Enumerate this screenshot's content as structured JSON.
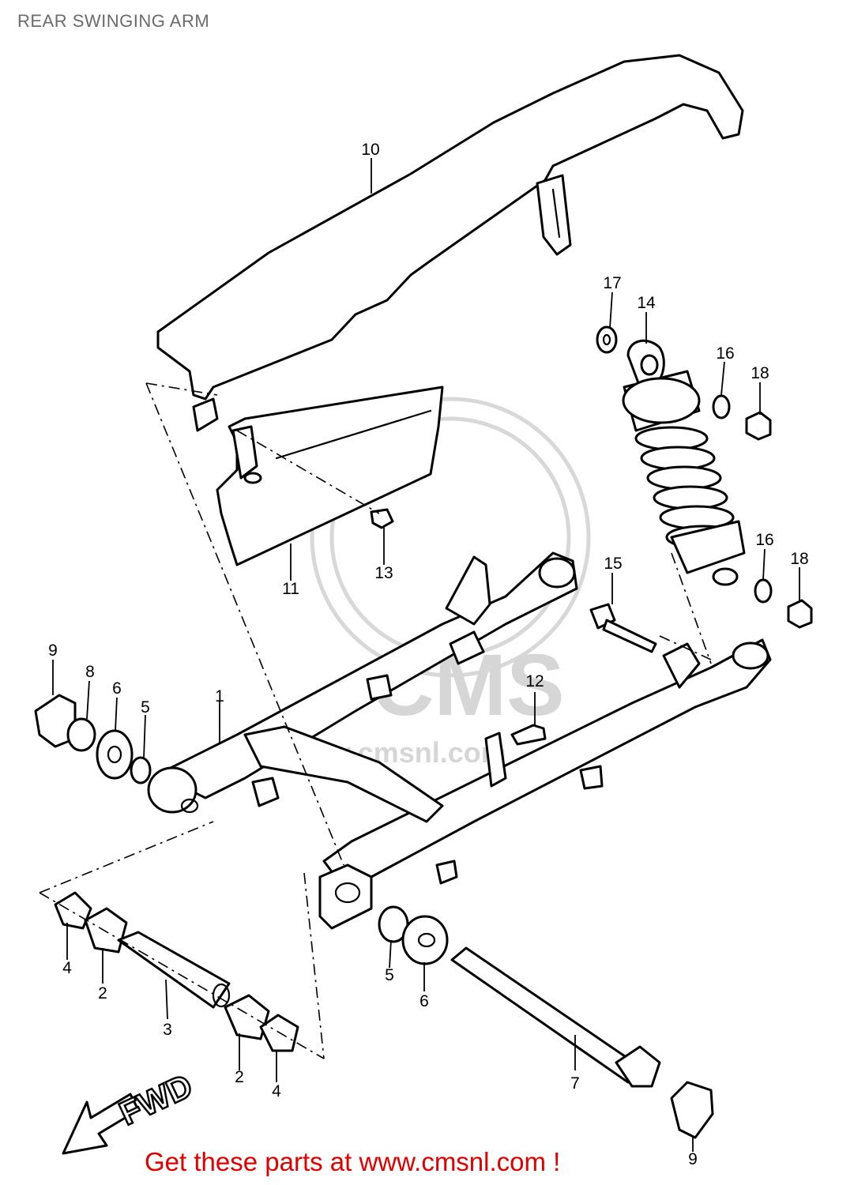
{
  "title": "REAR SWINGING ARM",
  "footer": "Get these parts at www.cmsnl.com !",
  "watermark": {
    "brand": "CMS",
    "url": "www.cmsnl.com"
  },
  "direction_label": "FWD",
  "callouts": [
    "1",
    "2",
    "2",
    "3",
    "4",
    "4",
    "5",
    "5",
    "6",
    "6",
    "7",
    "8",
    "9",
    "9",
    "10",
    "11",
    "12",
    "13",
    "14",
    "15",
    "16",
    "16",
    "17",
    "18",
    "18"
  ],
  "colors": {
    "title": "#6b6b6b",
    "footer": "#e10000",
    "line": "#000000",
    "watermark": "#d6d6d6"
  }
}
